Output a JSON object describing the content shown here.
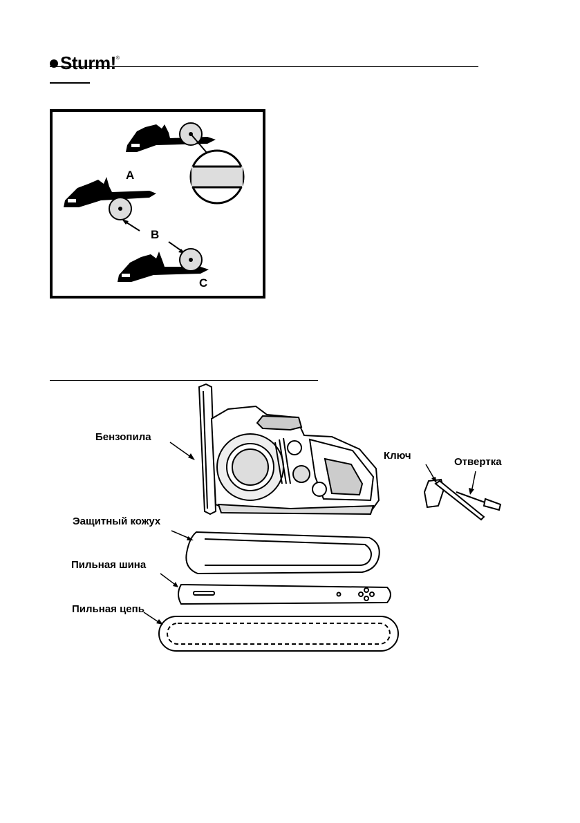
{
  "header": {
    "brand": "Sturm!",
    "brand_mark": "®"
  },
  "figure1": {
    "label_a": "A",
    "label_b": "B",
    "label_c": "C"
  },
  "figure2": {
    "labels": {
      "chainsaw": "Бензопила",
      "wrench": "Ключ",
      "screwdriver": "Отвертка",
      "cover": "Эащитный кожух",
      "bar": "Пильная шина",
      "chain": "Пильная цепь"
    }
  }
}
